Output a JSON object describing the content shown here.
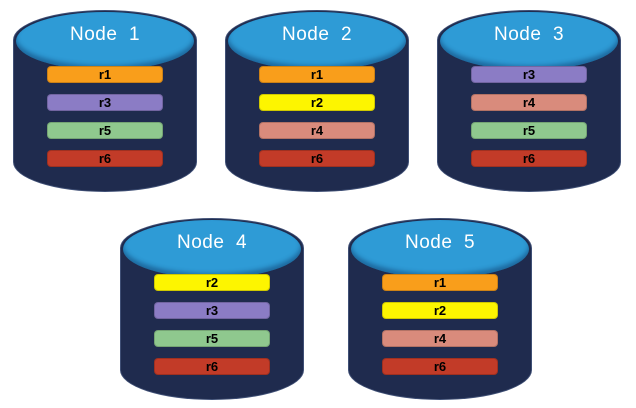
{
  "diagram": {
    "description": "Five database node cylinders showing replica placement",
    "nodes": [
      {
        "label": "Node  1",
        "replicas": [
          "r1",
          "r3",
          "r5",
          "r6"
        ]
      },
      {
        "label": "Node  2",
        "replicas": [
          "r1",
          "r2",
          "r4",
          "r6"
        ]
      },
      {
        "label": "Node  3",
        "replicas": [
          "r3",
          "r4",
          "r5",
          "r6"
        ]
      },
      {
        "label": "Node  4",
        "replicas": [
          "r2",
          "r3",
          "r5",
          "r6"
        ]
      },
      {
        "label": "Node  5",
        "replicas": [
          "r1",
          "r2",
          "r4",
          "r6"
        ]
      }
    ],
    "replica_colors": {
      "r1": "#F99E1B",
      "r2": "#FDF500",
      "r3": "#8B7CC5",
      "r4": "#D98B7C",
      "r5": "#8FC88E",
      "r6": "#C23B28"
    },
    "cylinder_colors": {
      "body": "#1F2B4E",
      "top": "#2E9BD6",
      "title_text": "#FFFFFF",
      "bar_text": "#000000"
    }
  }
}
